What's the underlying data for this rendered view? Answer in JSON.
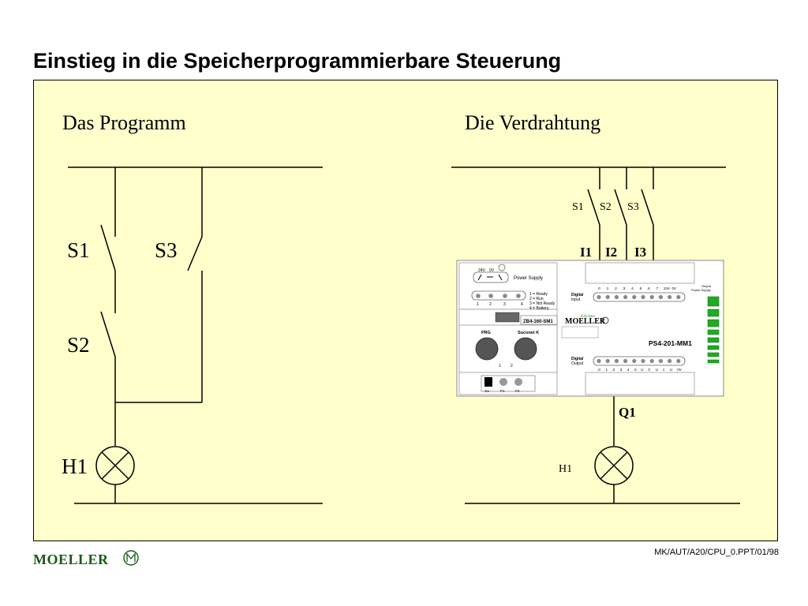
{
  "slide": {
    "title": "Einstieg in die Speicherprogrammierbare Steuerung",
    "footer_ref": "MK/AUT/A20/CPU_0.PPT/01/98",
    "footer_logo": "MOELLER"
  },
  "left_diagram": {
    "heading": "Das Programm",
    "labels": {
      "s1": "S1",
      "s2": "S2",
      "s3": "S3",
      "h1": "H1"
    }
  },
  "right_diagram": {
    "heading": "Die Verdrahtung",
    "switch_labels": [
      "S1",
      "S2",
      "S3"
    ],
    "input_labels": [
      "I1",
      "I2",
      "I3"
    ],
    "output_label": "Q1",
    "lamp_label": "H1"
  },
  "plc": {
    "power": {
      "v24": "24V",
      "v0": "0V",
      "label": "Power Supply"
    },
    "status": [
      "1 = Ready",
      "2 = Run",
      "3 = Not Ready",
      "4 = Battery"
    ],
    "led_numbers": [
      "1",
      "2",
      "3",
      "4"
    ],
    "module_name": "ZB4-160-SM1",
    "prg": "PRG",
    "suconet": "Suconet K",
    "conn_numbers": [
      "1",
      "2"
    ],
    "switch_labels": [
      "-S1-",
      "P1",
      "P2"
    ],
    "digital_input": [
      "Digital",
      "Input"
    ],
    "input_terms": [
      ".0",
      ".1",
      ".2",
      ".3",
      ".4",
      ".5",
      ".6",
      ".7",
      "24V",
      "0V"
    ],
    "output_supply": [
      "Output",
      "Power Supply"
    ],
    "brand": "MOELLER",
    "brand_small": "Klöckner",
    "model": "PS4-201-MM1",
    "digital_output": [
      "Digital",
      "Output"
    ],
    "output_terms": [
      ".0",
      ".1",
      ".2",
      ".3",
      ".4",
      ".5",
      "U",
      "0",
      "U",
      "1",
      "U",
      "0V"
    ]
  }
}
